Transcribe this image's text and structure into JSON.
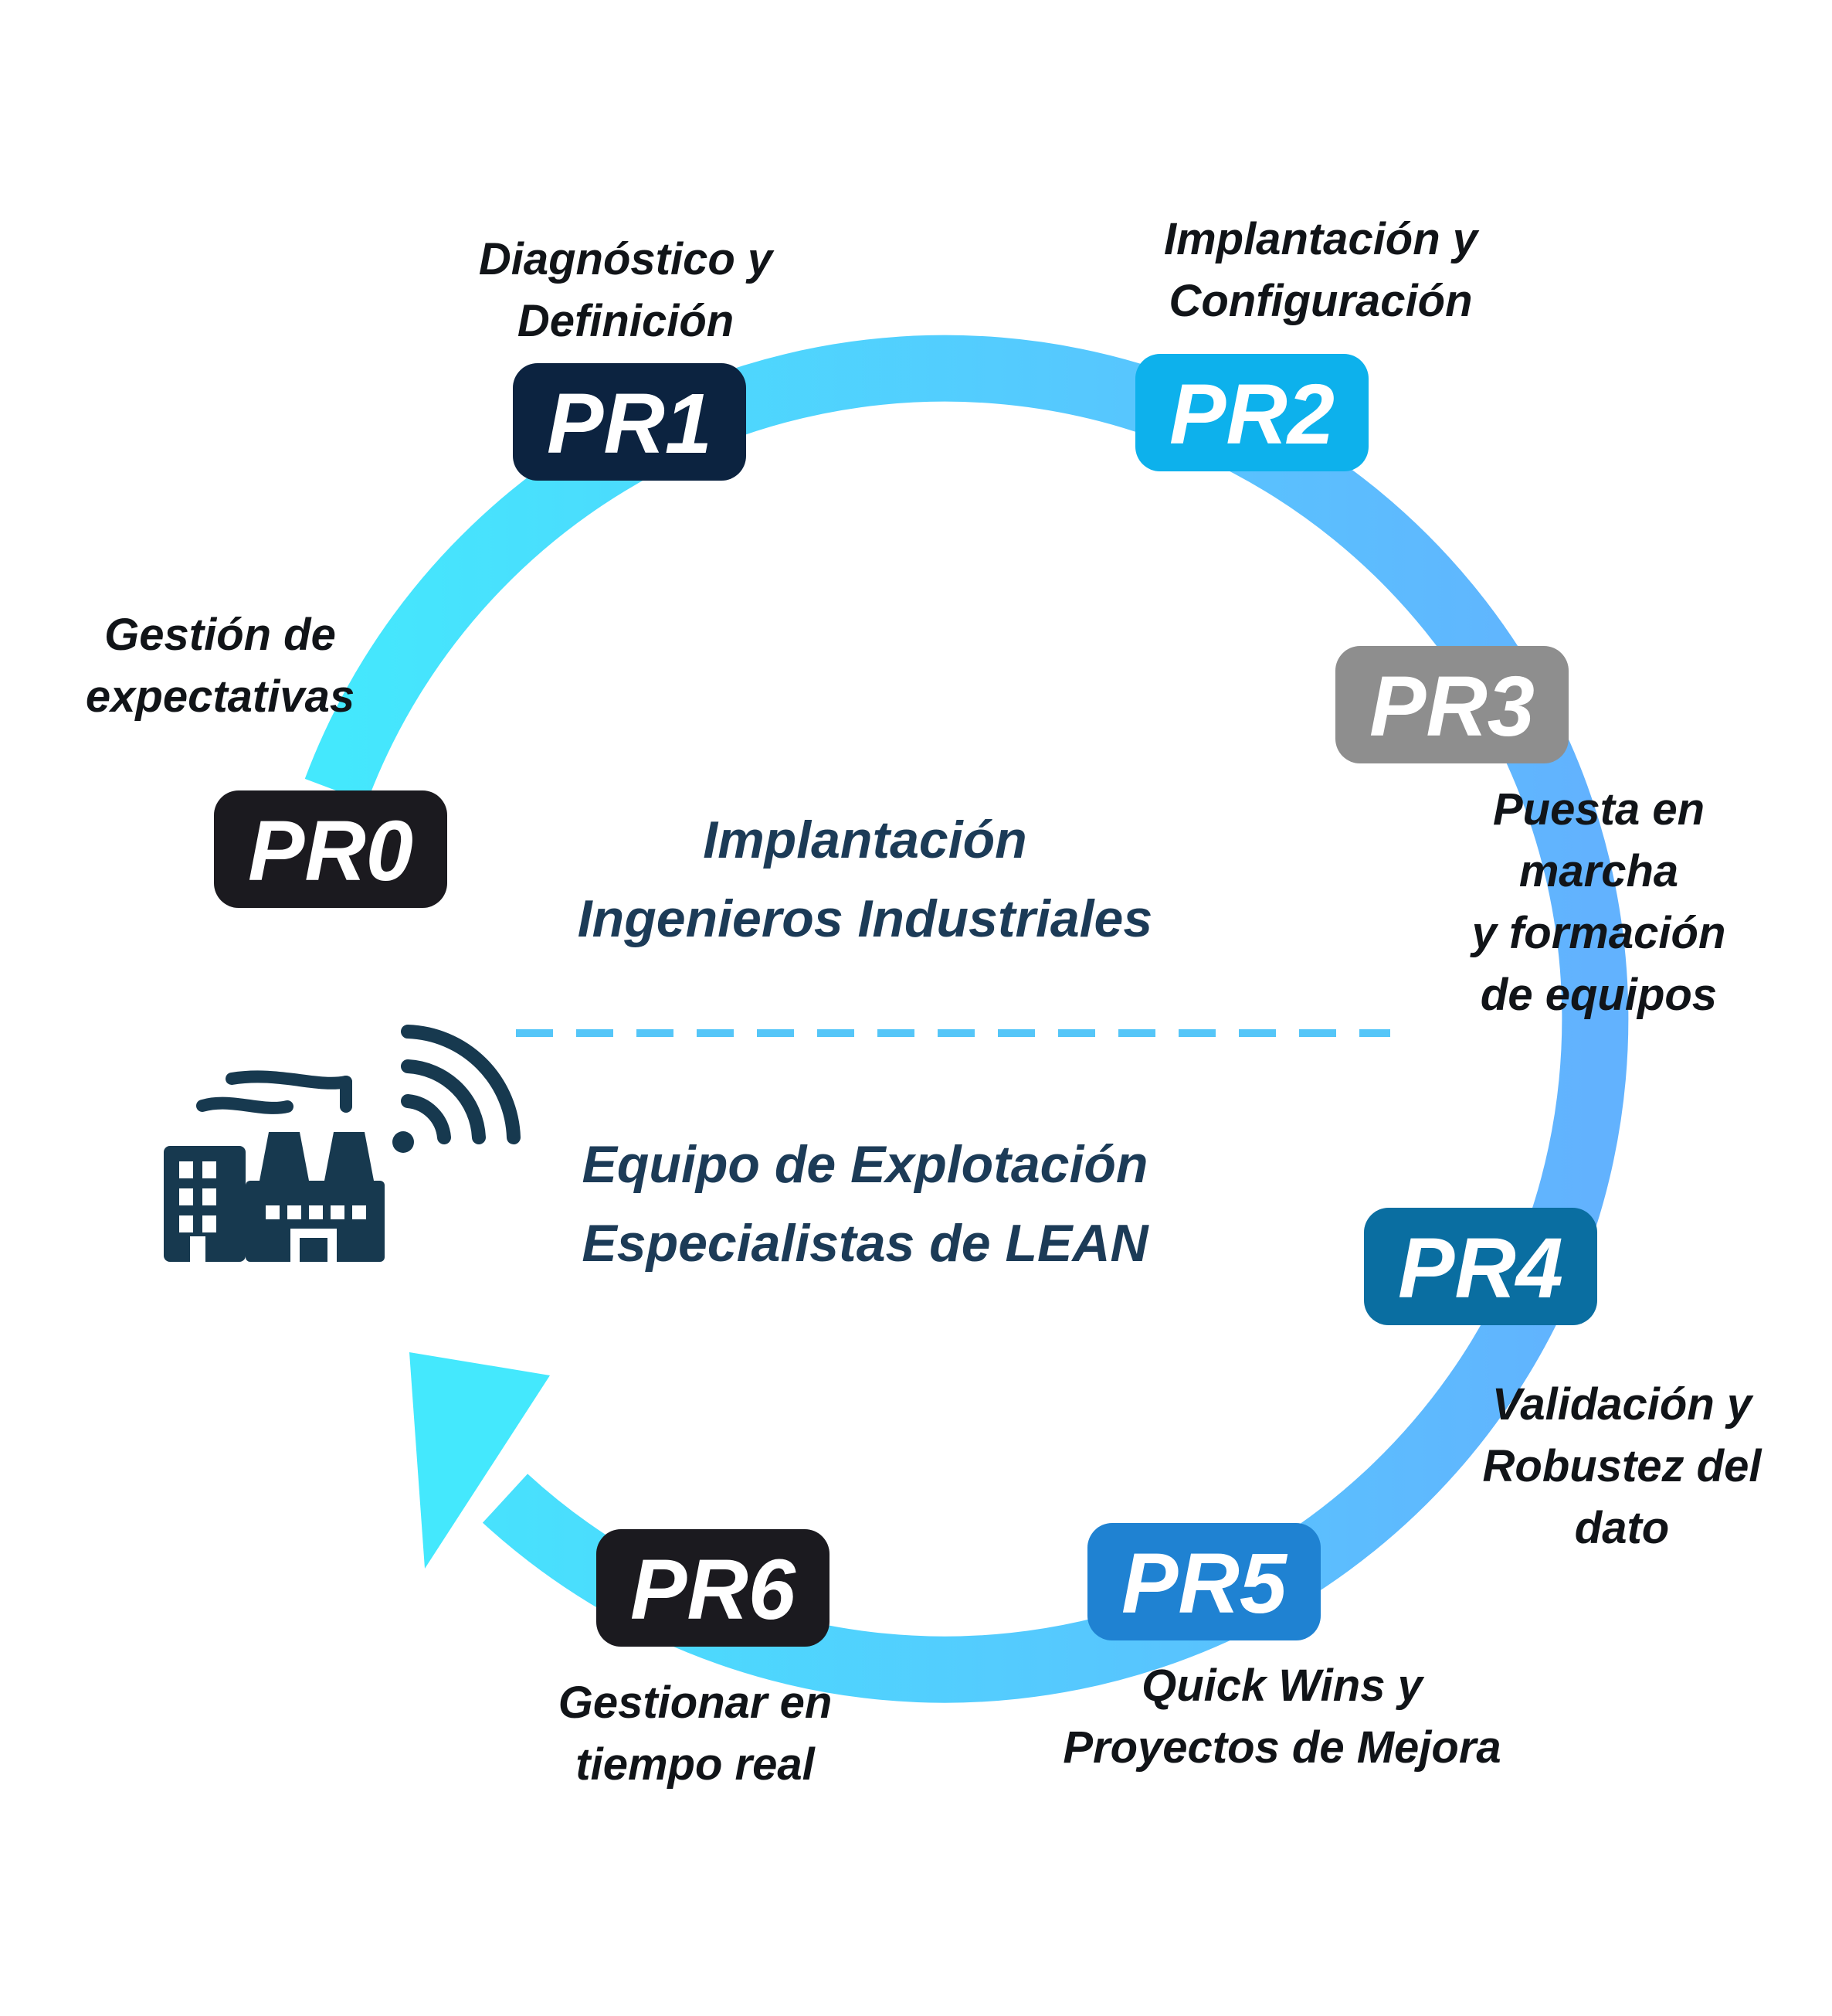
{
  "phases": [
    {
      "code": "PR0",
      "color": "#1b1a1f",
      "description": [
        "Gestión de",
        "expectativas"
      ]
    },
    {
      "code": "PR1",
      "color": "#0c2340",
      "description": [
        "Diagnóstico y",
        "Definición"
      ]
    },
    {
      "code": "PR2",
      "color": "#0db1ec",
      "description": [
        "Implantación y",
        "Configuración"
      ]
    },
    {
      "code": "PR3",
      "color": "#8e8e8e",
      "description": [
        "Puesta en",
        "marcha",
        "y formación",
        "de equipos"
      ]
    },
    {
      "code": "PR4",
      "color": "#0a6ea1",
      "description": [
        "Validación y",
        "Robustez del",
        "dato"
      ]
    },
    {
      "code": "PR5",
      "color": "#1f82d2",
      "description": [
        "Quick Wins y",
        "Proyectos de Mejora"
      ]
    },
    {
      "code": "PR6",
      "color": "#1b1a1f",
      "description": [
        "Gestionar en",
        "tiempo real"
      ]
    }
  ],
  "center": {
    "top": [
      "Implantación",
      "Ingenieros Industriales"
    ],
    "bottom": [
      "Equipo de Explotación",
      "Especialistas de LEAN"
    ]
  },
  "icons": {
    "factory": "smart-factory-icon"
  },
  "colors": {
    "cycle_start": "#44e8fd",
    "cycle_end": "#62b2fe",
    "divider": "#55c6f8",
    "center_text": "#1c3b57",
    "icon": "#17394f"
  }
}
